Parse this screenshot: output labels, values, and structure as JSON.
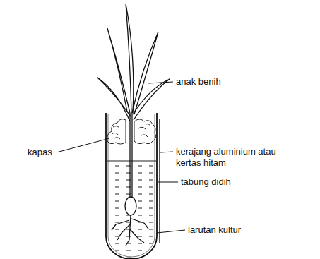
{
  "diagram": {
    "labels": [
      "anak benih",
      "kapas",
      "kerajang aluminium atau kertas hitam",
      "tabung didih",
      "larutan kultur"
    ]
  }
}
